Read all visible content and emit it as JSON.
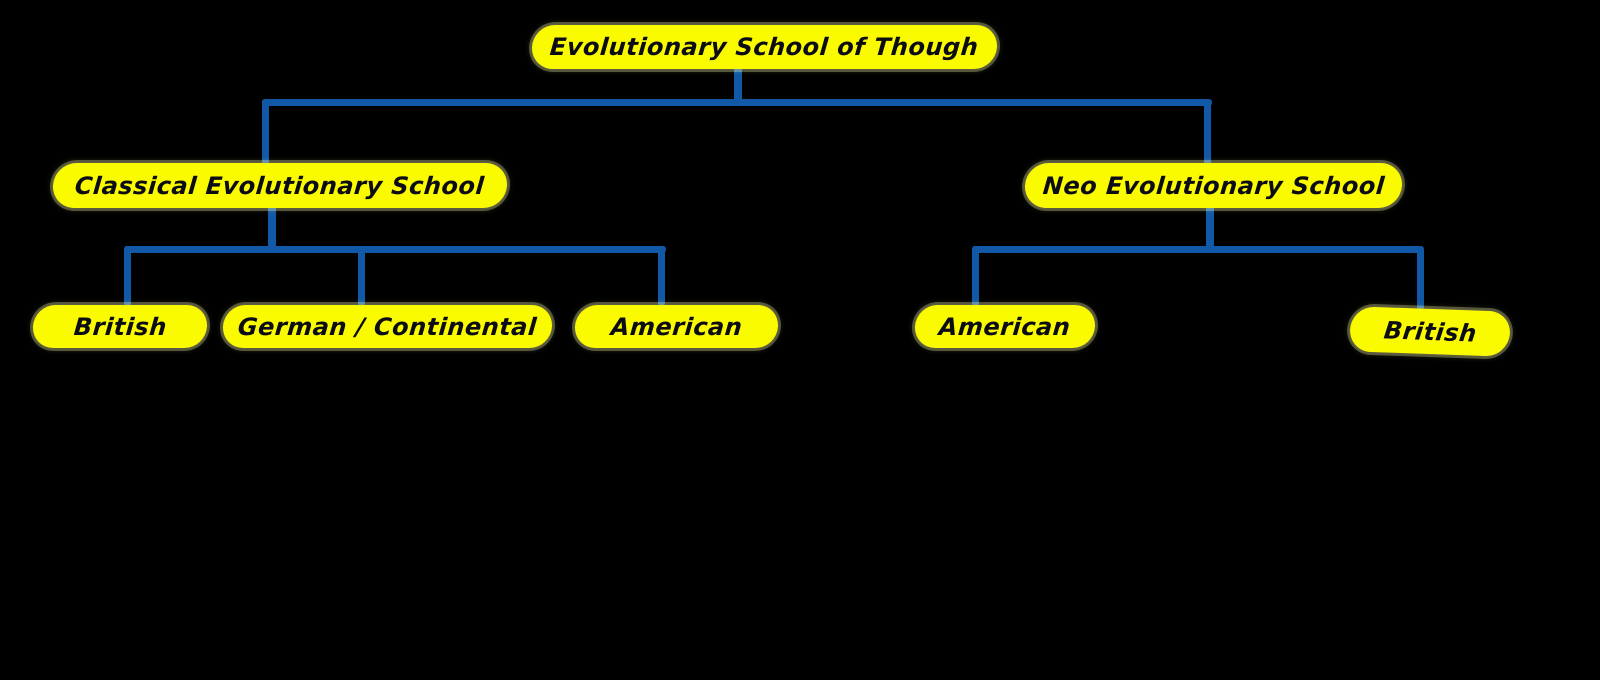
{
  "diagram": {
    "type": "tree",
    "background_color": "#000000",
    "node_fill_color": "#fbfb00",
    "node_text_color": "#0c0c14",
    "connector_color": "#1159a6",
    "root": {
      "label": "Evolutionary School of Though"
    },
    "branches": [
      {
        "label": "Classical Evolutionary School",
        "children": [
          {
            "label": "British"
          },
          {
            "label": "German / Continental"
          },
          {
            "label": "American"
          }
        ]
      },
      {
        "label": "Neo Evolutionary School",
        "children": [
          {
            "label": "American"
          },
          {
            "label": "British"
          }
        ]
      }
    ]
  }
}
